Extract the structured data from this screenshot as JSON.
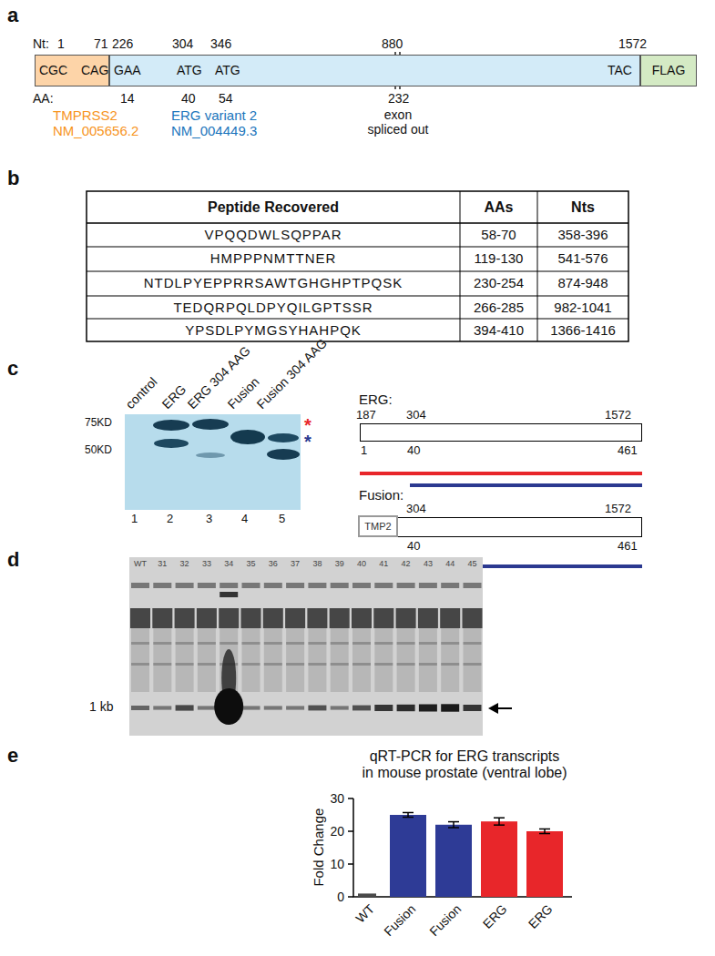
{
  "diagram": {
    "nodes": [
      {
        "text": [
          "CGC",
          "CAG"
        ]
      },
      {
        "text": [
          "GAA",
          "ATG",
          "ATG",
          "TAC"
        ]
      },
      {
        "text": [
          "FLAG"
        ]
      },
      {
        "text": [
          "ERG:"
        ]
      },
      {
        "text": [
          "Fusion:"
        ]
      },
      {
        "text": [
          "TMP2"
        ]
      }
    ],
    "labels": [
      "a",
      "Nt:",
      "1",
      "71",
      "226",
      "304",
      "346",
      "880",
      "1572",
      "AA:",
      "14",
      "40",
      "54",
      "232",
      "TMPRSS2 NM_005656.2",
      "ERG variant 2 NM_004449.3",
      "exon spliced out",
      "b",
      "Peptide Recovered",
      "AAs",
      "Nts",
      "VPQQDWLSQPPAR",
      "58-70",
      "358-396",
      "HMPPPNMTTNER",
      "119-130",
      "541-576",
      "NTDLPYEPPRRSAWTGHGHPTPQSK",
      "230-254",
      "874-948",
      "TEDQRPQLDPYQILGPTSSR",
      "266-285",
      "982-1041",
      "YPSDLPYMGSYHAHPQK",
      "394-410",
      "1366-1416",
      "c",
      "control",
      "ERG",
      "ERG 304 AAG",
      "Fusion",
      "Fusion 304 AAG",
      "75KD",
      "50KD",
      "*",
      "*",
      "1",
      "2",
      "3",
      "4",
      "5",
      "187",
      "304",
      "1572",
      "1",
      "40",
      "461",
      "304",
      "1572",
      "40",
      "461",
      "d",
      "WT",
      "31",
      "32",
      "33",
      "34",
      "35",
      "36",
      "37",
      "38",
      "39",
      "40",
      "41",
      "42",
      "43",
      "44",
      "45",
      "1 kb",
      "e",
      "qRT-PCR for ERG transcripts in mouse prostate (ventral lobe)",
      "Fold Change",
      "30",
      "20",
      "10",
      "0",
      "WT",
      "Fusion",
      "Fusion",
      "ERG",
      "ERG"
    ]
  }
}
